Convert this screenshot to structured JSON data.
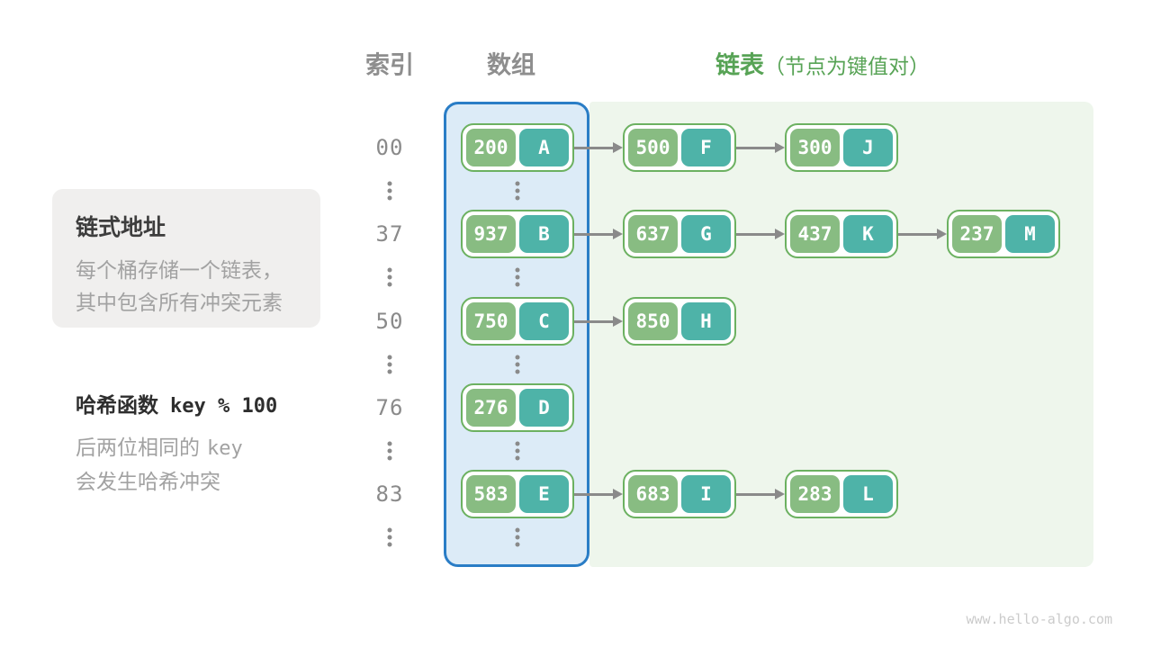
{
  "headers": {
    "index": "索引",
    "array": "数组",
    "list": "链表",
    "list_note": "（节点为键值对）"
  },
  "callout": {
    "title": "链式地址",
    "line1": "每个桶存储一个链表，",
    "line2": "其中包含所有冲突元素"
  },
  "hash_note": {
    "title_text": "哈希函数",
    "title_code": "key % 100",
    "body_line1_text": "后两位相同的",
    "body_line1_code": "key",
    "body_line2": "会发生哈希冲突"
  },
  "diagram": {
    "rows": [
      {
        "index": "00",
        "bucket": {
          "key": "200",
          "value": "A"
        },
        "chain": [
          {
            "key": "500",
            "value": "F"
          },
          {
            "key": "300",
            "value": "J"
          }
        ]
      },
      {
        "index": "37",
        "bucket": {
          "key": "937",
          "value": "B"
        },
        "chain": [
          {
            "key": "637",
            "value": "G"
          },
          {
            "key": "437",
            "value": "K"
          },
          {
            "key": "237",
            "value": "M"
          }
        ]
      },
      {
        "index": "50",
        "bucket": {
          "key": "750",
          "value": "C"
        },
        "chain": [
          {
            "key": "850",
            "value": "H"
          }
        ]
      },
      {
        "index": "76",
        "bucket": {
          "key": "276",
          "value": "D"
        },
        "chain": []
      },
      {
        "index": "83",
        "bucket": {
          "key": "583",
          "value": "E"
        },
        "chain": [
          {
            "key": "683",
            "value": "I"
          },
          {
            "key": "283",
            "value": "L"
          }
        ]
      }
    ]
  },
  "colors": {
    "array_panel_bg": "#dcebf7",
    "array_panel_border": "#2a7dc6",
    "list_panel_bg": "#eef6ec",
    "node_border": "#6cb161",
    "node_key_bg": "#88bc82",
    "node_value_bg": "#4eb3a8",
    "header_green": "#57a355",
    "muted_gray": "#8a8a8a"
  },
  "page": {
    "watermark": "www.hello-algo.com"
  }
}
